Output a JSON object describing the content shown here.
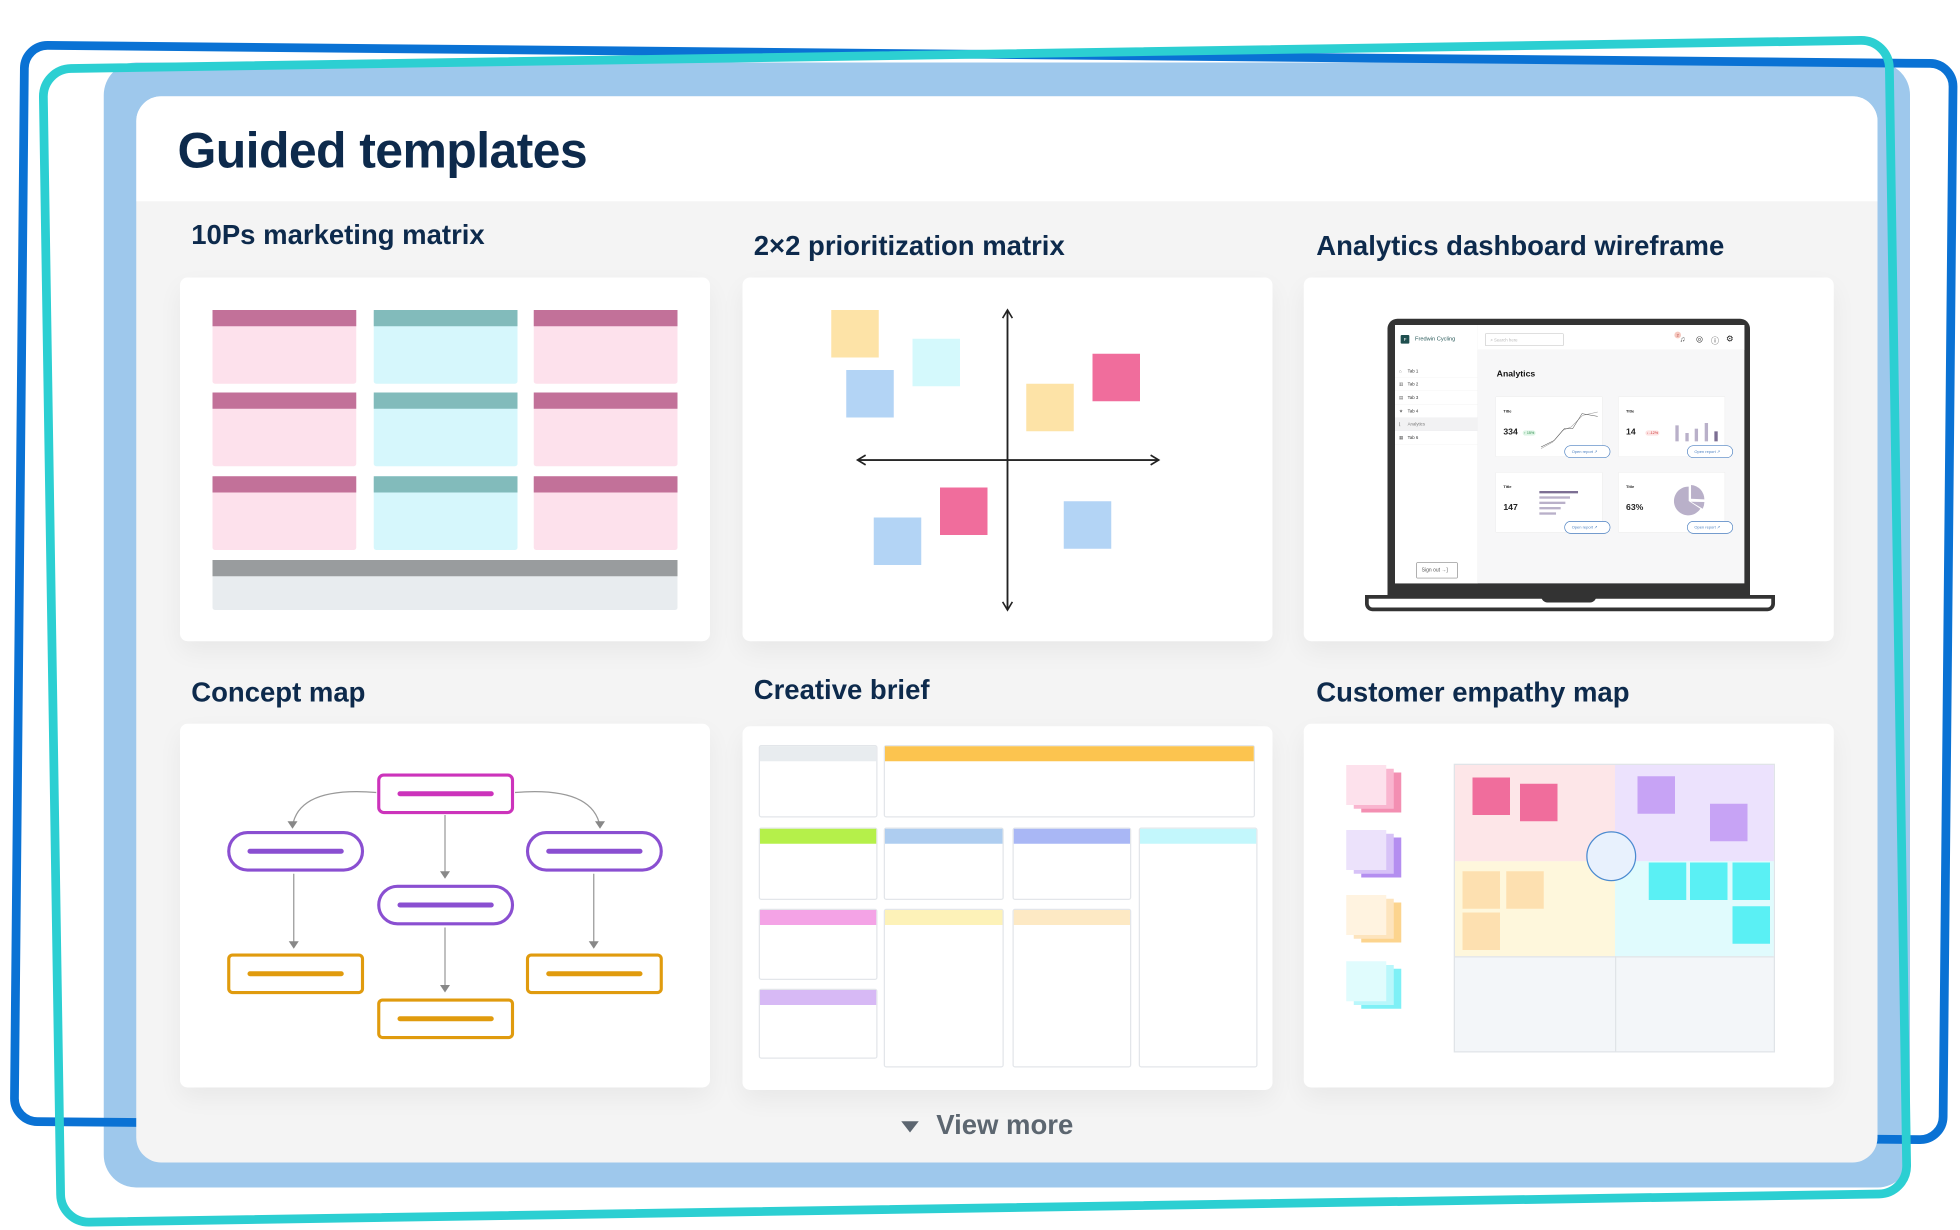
{
  "header": {
    "title": "Guided templates"
  },
  "templates": [
    {
      "title": "10Ps marketing matrix"
    },
    {
      "title": "2×2 prioritization matrix"
    },
    {
      "title": "Analytics dashboard wireframe"
    },
    {
      "title": "Concept map"
    },
    {
      "title": "Creative brief"
    },
    {
      "title": "Customer empathy map"
    }
  ],
  "view_more": "View more",
  "wireframe": {
    "brand": "Fredwin Cycling",
    "search_placeholder": "Search here",
    "notification_count": "2",
    "tabs": [
      "Tab 1",
      "Tab 2",
      "Tab 3",
      "Tab 4",
      "Analytics",
      "Tab 6"
    ],
    "active_tab": "Analytics",
    "page_title": "Analytics",
    "sign_out": "Sign out",
    "cards": [
      {
        "title": "Title",
        "value": "334",
        "delta": "↑ 15%",
        "button": "Open report ↗"
      },
      {
        "title": "Title",
        "value": "14",
        "delta": "↓ -12%",
        "button": "Open report ↗"
      },
      {
        "title": "Title",
        "value": "147",
        "button": "Open report ↗"
      },
      {
        "title": "Title",
        "value": "63%",
        "button": "Open report ↗"
      }
    ]
  },
  "colors": {
    "frame_dark": "#0a72d4",
    "frame_teal": "#2ccfd2",
    "frame_fill": "#9ec8ec",
    "heading": "#0d2a4c"
  }
}
